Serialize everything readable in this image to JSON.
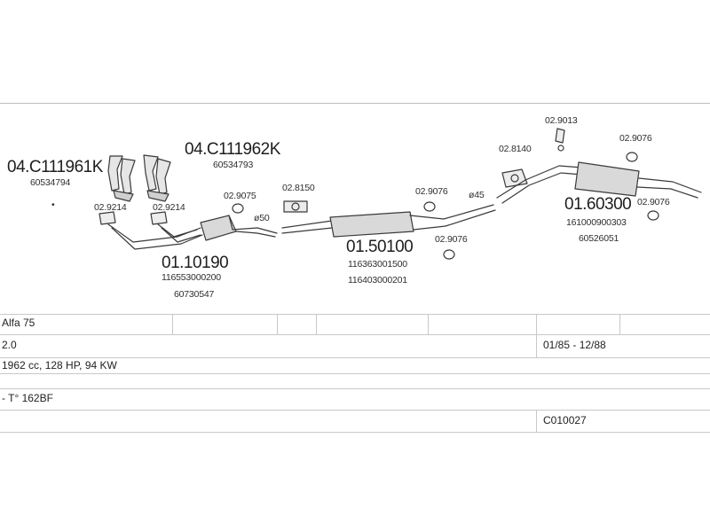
{
  "parts": {
    "manifold_left": {
      "code": "04.C111961K",
      "ref": "60534794"
    },
    "manifold_right": {
      "code": "04.C111962K",
      "ref": "60534793"
    },
    "front_pipe": {
      "code": "01.10190",
      "ref1": "116553000200",
      "ref2": "60730547"
    },
    "middle_silencer": {
      "code": "01.50100",
      "ref1": "116363001500",
      "ref2": "116403000201"
    },
    "rear_silencer": {
      "code": "01.60300",
      "ref1": "161000900303",
      "ref2": "60526051"
    },
    "gasket_left": "02.9214",
    "gasket_right": "02.9214",
    "clamp_a": "02.9075",
    "clamp_b": "02.8150",
    "hanger_a": "02.9076",
    "hanger_b": "02.9076",
    "mount_a": "02.8140",
    "mount_b": "02.9013",
    "hanger_c": "02.9076",
    "hanger_d": "02.9076",
    "diam_50": "ø50",
    "diam_45": "ø45",
    "note": "•"
  },
  "table": {
    "model": "Alfa 75",
    "engine": "2.0",
    "years": "01/85 - 12/88",
    "specs": "1962 cc, 128 HP, 94 KW",
    "type": "- T° 162BF",
    "code": "C010027"
  },
  "colors": {
    "line": "#3a3a3a",
    "fill": "#d9d9d9",
    "border": "#c8c8c8"
  }
}
